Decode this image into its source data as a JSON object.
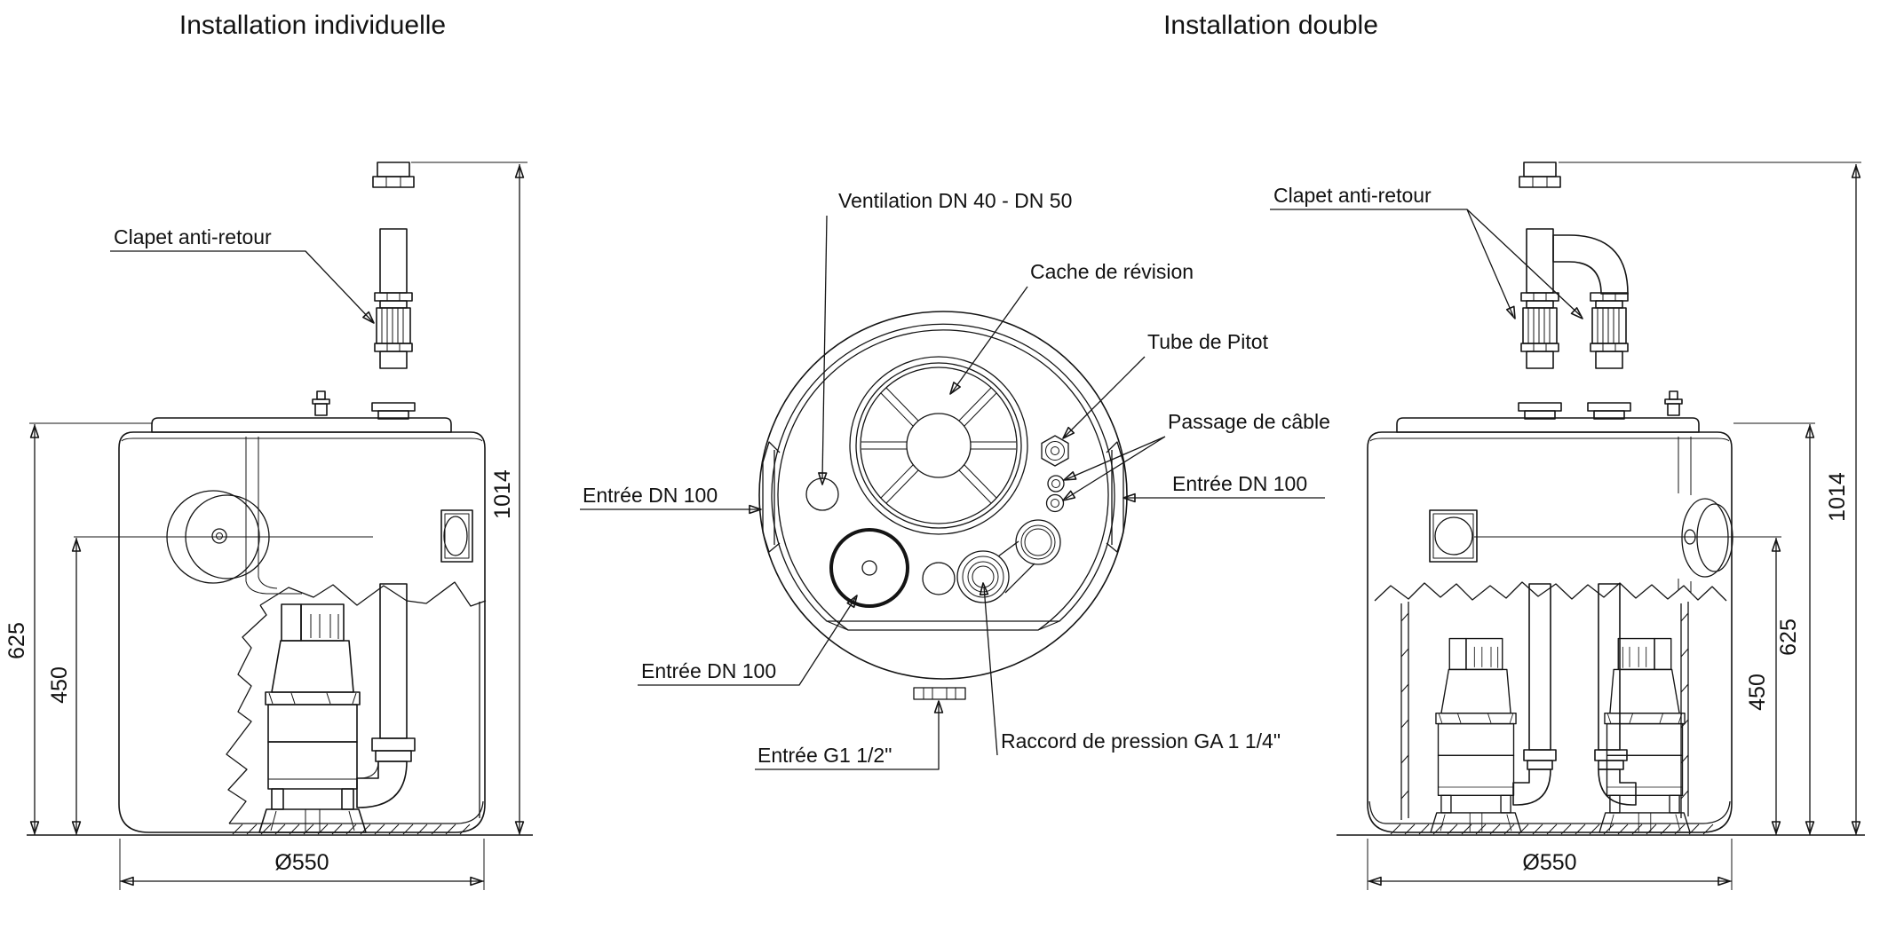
{
  "titles": {
    "left": "Installation individuelle",
    "right": "Installation double"
  },
  "left_view": {
    "label_check_valve": "Clapet anti-retour",
    "dim_total_height": "1014",
    "dim_tank_height": "625",
    "dim_inlet_height": "450",
    "dim_diameter": "Ø550"
  },
  "top_view": {
    "label_ventilation": "Ventilation DN 40 - DN 50",
    "label_inspection_cover": "Cache de révision",
    "label_pitot_tube": "Tube de Pitot",
    "label_cable_gland": "Passage de câble",
    "label_inlet_left": "Entrée DN 100",
    "label_inlet_right": "Entrée DN 100",
    "label_inlet_bottom": "Entrée DN 100",
    "label_inlet_g": "Entrée G1 1/2\"",
    "label_pressure_connection": "Raccord de pression GA 1 1/4\""
  },
  "right_view": {
    "label_check_valve": "Clapet anti-retour",
    "dim_total_height": "1014",
    "dim_tank_height": "625",
    "dim_inlet_height": "450",
    "dim_diameter": "Ø550"
  },
  "colors": {
    "line": "#141414",
    "background": "#ffffff"
  }
}
